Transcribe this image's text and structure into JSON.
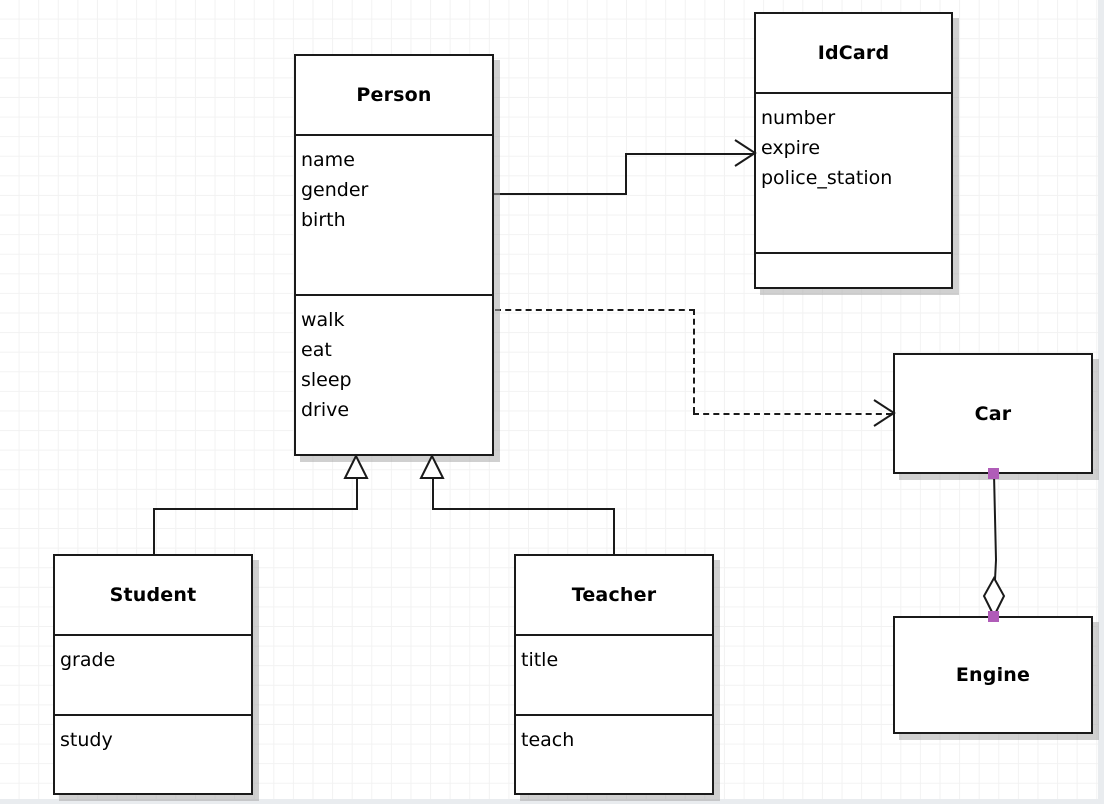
{
  "diagram": {
    "type": "uml-class-diagram",
    "background": "#ffffff",
    "grid_color": "#f2f2f2",
    "line_color": "#1a1a1a",
    "handle_color": "#b05cb8",
    "shadow_color": "#aaaaaa"
  },
  "classes": [
    {
      "id": "person",
      "name": "Person",
      "attributes": [
        "name",
        "gender",
        "birth"
      ],
      "methods": [
        "walk",
        "eat",
        "sleep",
        "drive"
      ]
    },
    {
      "id": "idcard",
      "name": "IdCard",
      "attributes": [
        "number",
        "expire",
        "police_station"
      ],
      "methods": []
    },
    {
      "id": "student",
      "name": "Student",
      "attributes": [
        "grade"
      ],
      "methods": [
        "study"
      ]
    },
    {
      "id": "teacher",
      "name": "Teacher",
      "attributes": [
        "title"
      ],
      "methods": [
        "teach"
      ]
    },
    {
      "id": "car",
      "name": "Car",
      "attributes": [],
      "methods": []
    },
    {
      "id": "engine",
      "name": "Engine",
      "attributes": [],
      "methods": []
    }
  ],
  "relationships": [
    {
      "id": "person-idcard",
      "kind": "association",
      "from": "Person",
      "to": "IdCard",
      "line": "solid",
      "arrowhead": "open"
    },
    {
      "id": "person-car",
      "kind": "dependency",
      "from": "Person",
      "to": "Car",
      "line": "dashed",
      "arrowhead": "open"
    },
    {
      "id": "student-person",
      "kind": "generalization",
      "from": "Student",
      "to": "Person",
      "line": "solid",
      "arrowhead": "hollow-triangle"
    },
    {
      "id": "teacher-person",
      "kind": "generalization",
      "from": "Teacher",
      "to": "Person",
      "line": "solid",
      "arrowhead": "hollow-triangle"
    },
    {
      "id": "car-engine",
      "kind": "aggregation",
      "from": "Car",
      "to": "Engine",
      "line": "solid",
      "arrowhead": "hollow-diamond"
    }
  ]
}
